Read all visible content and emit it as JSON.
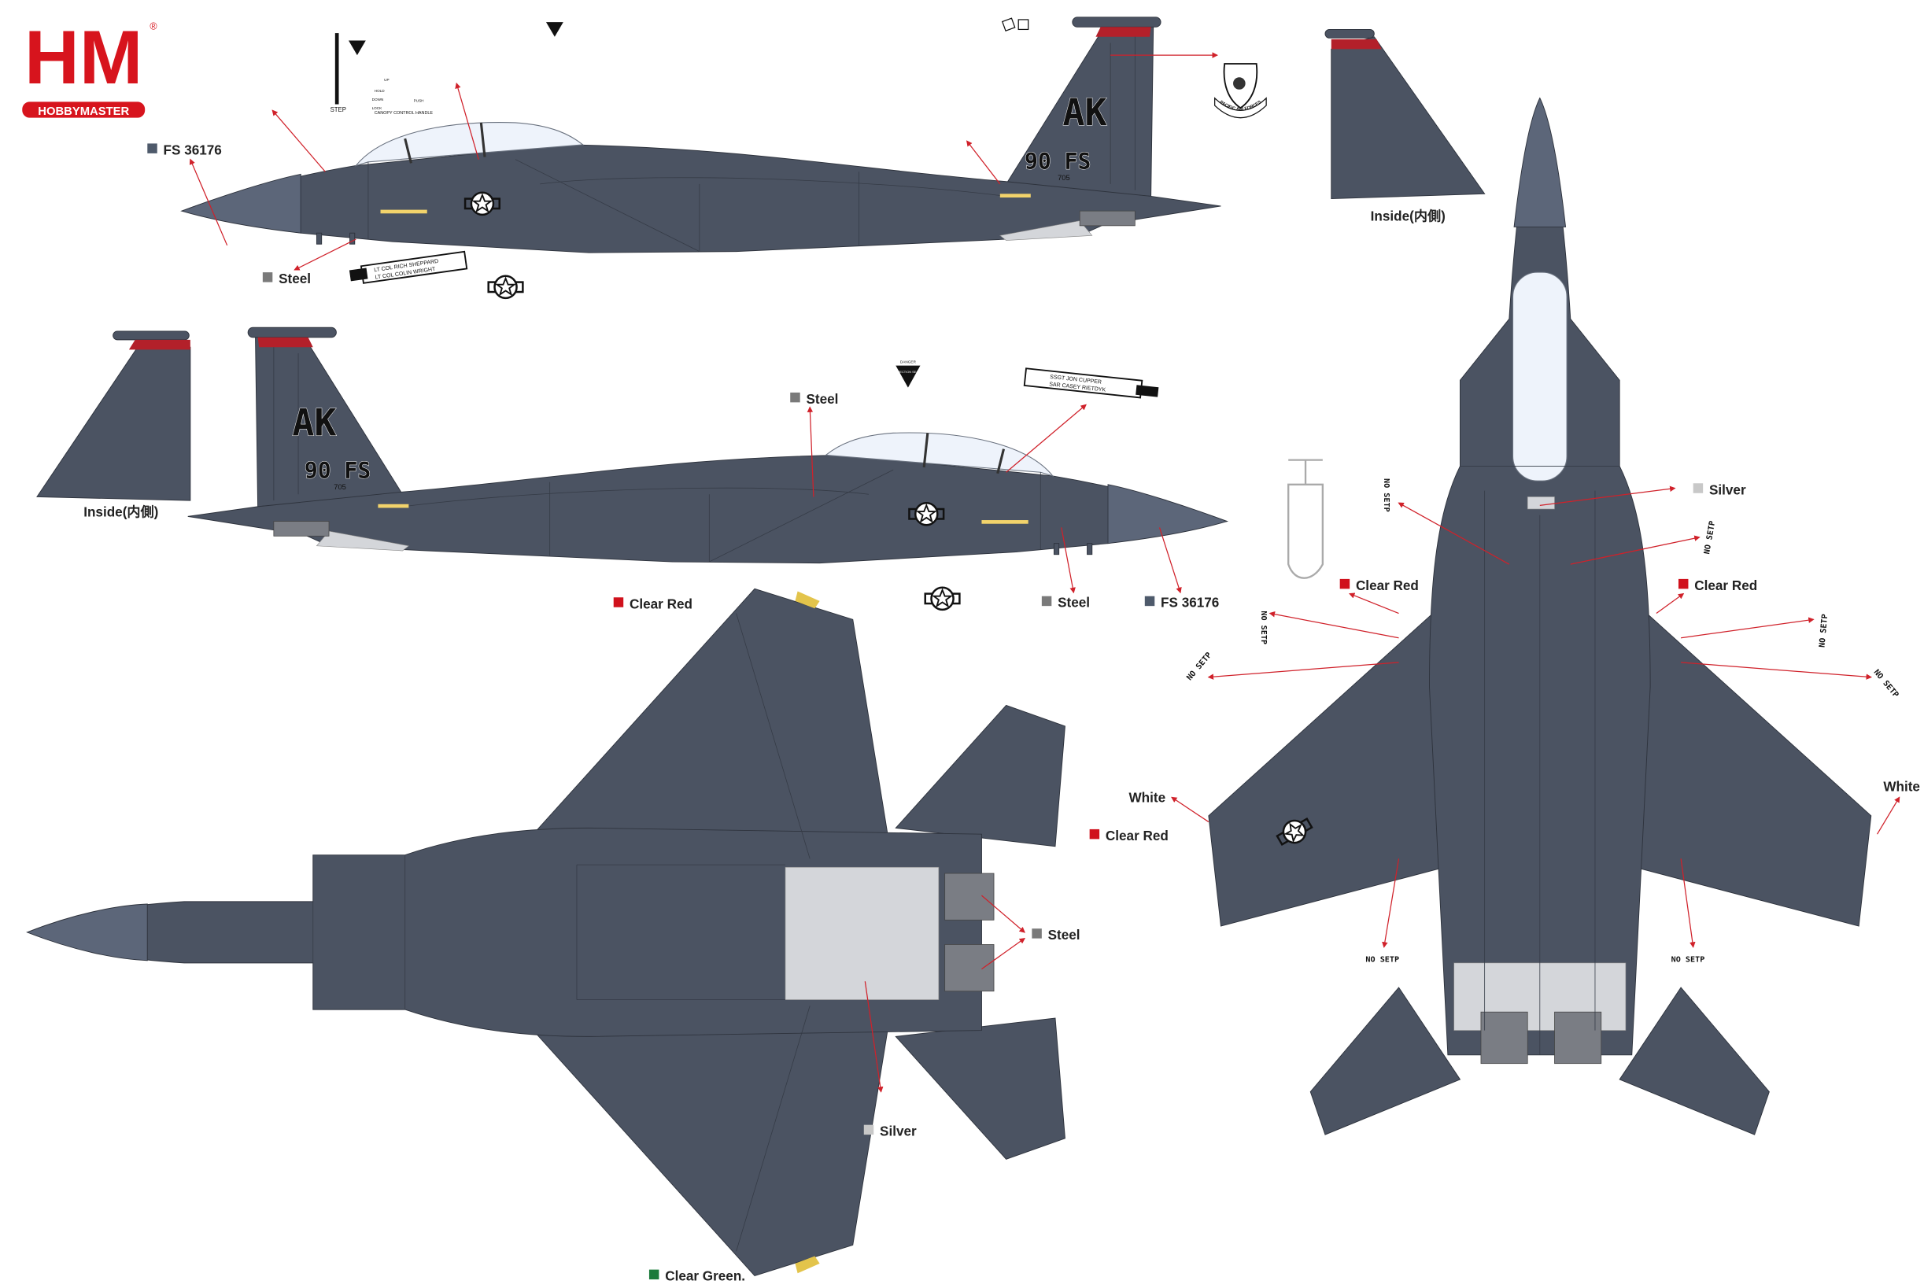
{
  "brand": {
    "logo_text": "HM",
    "logo_subtext": "HOBBYMASTER",
    "registered_mark": "®"
  },
  "colors": {
    "fs36176": "#4e5a6b",
    "steel": "#7a7a7a",
    "clear_red": "#d0111c",
    "silver": "#c8c8c8",
    "white": "#ffffff",
    "clear_green": "#1a7a3a",
    "aircraft": "#4b5362"
  },
  "labels": {
    "fs36176": "FS 36176",
    "steel": "Steel",
    "clear_red": "Clear Red",
    "silver": "Silver",
    "white": "White",
    "clear_green": "Clear Green.",
    "inside": "Inside(内側)",
    "no_step": "NO SETP"
  },
  "markings": {
    "tail_code": "AK",
    "squadron": "90 FS",
    "serial": "705",
    "step": "STEP",
    "canopy_handle": "CANOPY CONTROL HANDLE",
    "canopy_positions": [
      "UP",
      "HOLD",
      "DOWN",
      "LOCK",
      "PUSH"
    ],
    "nameplate_left": [
      "LT COL RICH SHEPPARD",
      "LT COL COLIN WRIGHT"
    ],
    "nameplate_right": [
      "SSGT JON CUPPER",
      "SAR CASEY RIETDYK"
    ],
    "danger_triangle": [
      "DANGER",
      "EJECTION SEAT"
    ],
    "command_badge": "PACIFIC AIR FORCES"
  }
}
